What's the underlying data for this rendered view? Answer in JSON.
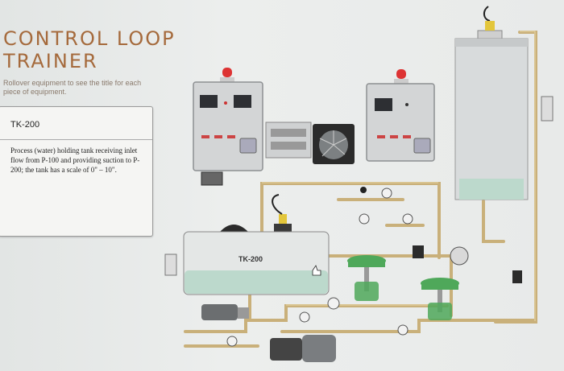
{
  "title": {
    "line1": "CONTROL LOOP",
    "line2": "TRAINER"
  },
  "hint": "Rollover equipment to see the title for each piece of equipment.",
  "info_panel": {
    "heading": "TK-200",
    "description": "Process (water) holding tank receiving inlet flow from P-100 and providing suction to P-200; the tank has a scale of 0\" – 10\"."
  },
  "tank_label": "TK-200",
  "colors": {
    "title": "#a56a3c",
    "pipe": "#c9b07a",
    "water": "#bcd9cc",
    "valve": "#4fa85a",
    "panel": "#d3d5d6"
  },
  "icons": [
    "alarm-beacon-icon",
    "pressure-gauge-icon",
    "hand-cursor-icon",
    "level-sensor-icon"
  ]
}
